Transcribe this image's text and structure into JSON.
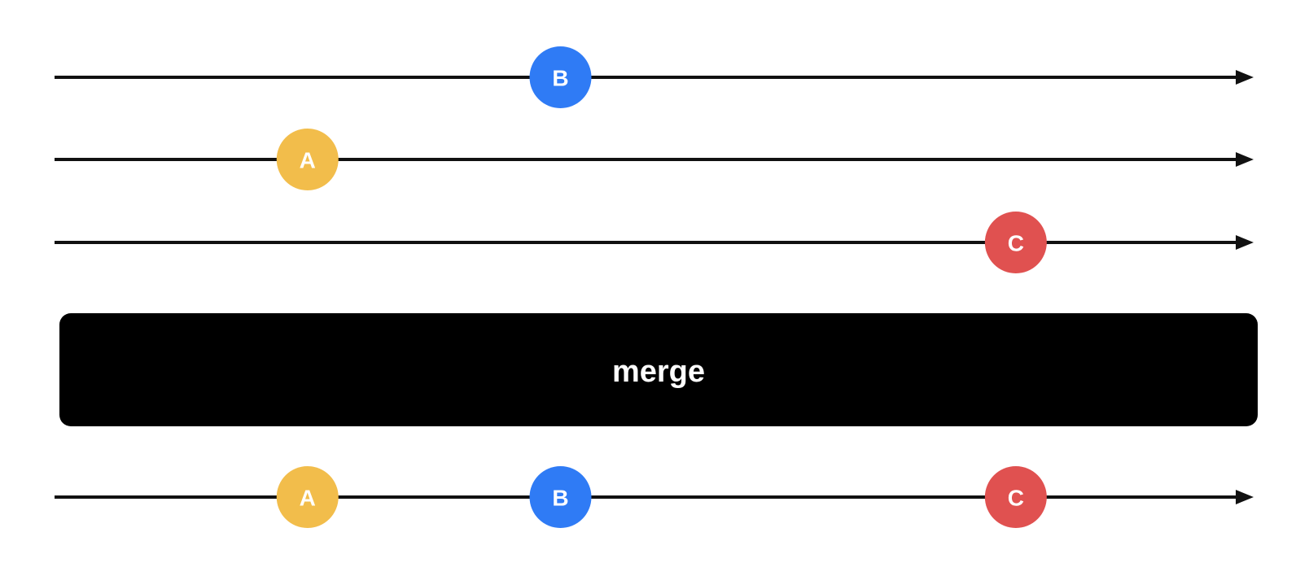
{
  "colors": {
    "background": "#ffffff",
    "timeline": "#111111",
    "operator_box": "#000000",
    "operator_text": "#ffffff",
    "marble_text": "#ffffff",
    "A": "#f2bd4b",
    "B": "#2f7bf5",
    "C": "#e05150"
  },
  "operator": {
    "label": "merge"
  },
  "input_streams": [
    {
      "events": [
        {
          "label": "B",
          "color_key": "B",
          "time": 0.5
        }
      ]
    },
    {
      "events": [
        {
          "label": "A",
          "color_key": "A",
          "time": 0.25
        }
      ]
    },
    {
      "events": [
        {
          "label": "C",
          "color_key": "C",
          "time": 0.95
        }
      ]
    }
  ],
  "output_stream": {
    "events": [
      {
        "label": "A",
        "color_key": "A",
        "time": 0.25
      },
      {
        "label": "B",
        "color_key": "B",
        "time": 0.5
      },
      {
        "label": "C",
        "color_key": "C",
        "time": 0.95
      }
    ]
  }
}
